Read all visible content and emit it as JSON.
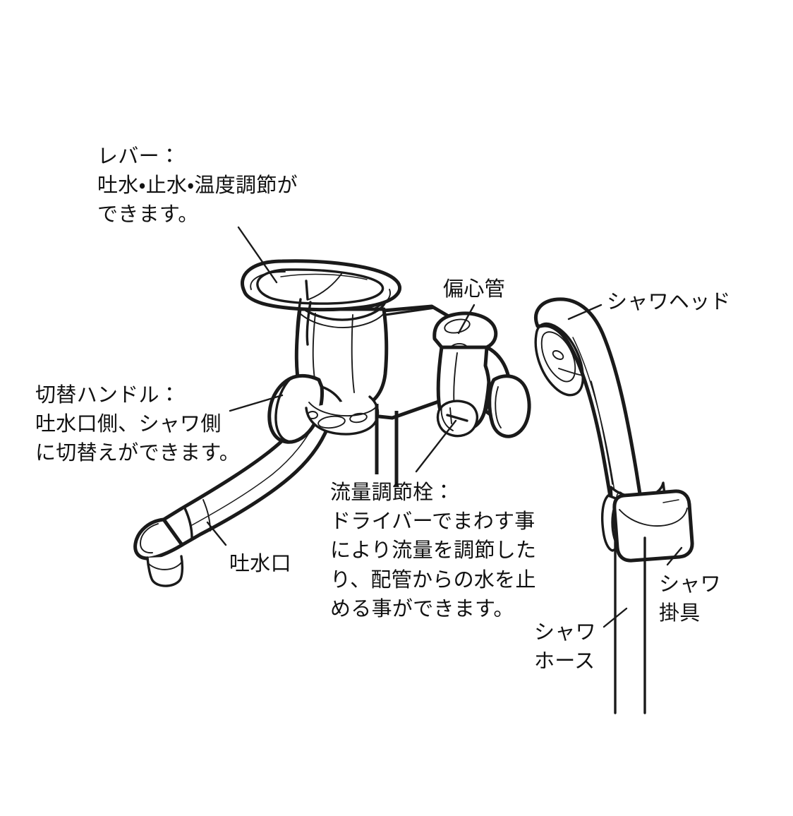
{
  "document": {
    "type": "technical-illustration",
    "subject": "壁付シングルレバー混合水栓",
    "background_color": "#ffffff",
    "line_color": "#1a1a1a",
    "text_color": "#111111"
  },
  "callouts": [
    {
      "id": "lever",
      "name": "レバー",
      "heading": "レバー：",
      "lines": [
        "レバー：",
        "吐水・止水・温度調節が",
        "できます。"
      ],
      "text": "レバー：\n吐水・止水・温度調節が\nできます。"
    },
    {
      "id": "switch-handle",
      "name": "切替ハンドル",
      "heading": "切替ハンドル：",
      "lines": [
        "切替ハンドル：",
        "吐水口側、シャワ側",
        "に切替えができます。"
      ],
      "text": "切替ハンドル：\n吐水口側、シャワ側\nに切替えができます。"
    },
    {
      "id": "spout",
      "name": "吐水口",
      "heading": "吐水口",
      "lines": [
        "吐水口"
      ],
      "text": "吐水口"
    },
    {
      "id": "flow-valve",
      "name": "流量調節栓",
      "heading": "流量調節栓：",
      "lines": [
        "流量調節栓：",
        "ドライバーでまわす事",
        "により流量を調節した",
        "り、配管からの水を止",
        "める事ができます。"
      ],
      "text": "流量調節栓：\nドライバーでまわす事\nにより流量を調節した\nり、配管からの水を止\nめる事ができます。"
    },
    {
      "id": "eccentric-pipe",
      "name": "偏心管",
      "heading": "偏心管",
      "lines": [
        "偏心管"
      ],
      "text": "偏心管"
    },
    {
      "id": "shower-head",
      "name": "シャワヘッド",
      "heading": "シャワヘッド",
      "lines": [
        "シャワヘッド"
      ],
      "text": "シャワヘッド"
    },
    {
      "id": "shower-bracket",
      "name": "シャワ掛具",
      "heading": "シャワ掛具",
      "lines": [
        "シャワ",
        "掛具"
      ],
      "text": "シャワ\n掛具"
    },
    {
      "id": "shower-hose",
      "name": "シャワホース",
      "heading": "シャワホース",
      "lines": [
        "シャワ",
        "ホース"
      ],
      "text": "シャワ\nホース"
    }
  ],
  "parts": {
    "lever": "レバー",
    "switch_handle": "切替ハンドル",
    "spout": "吐水口",
    "flow_valve": "流量調節栓",
    "eccentric_pipe": "偏心管",
    "shower_head": "シャワヘッド",
    "shower_bracket": "シャワ掛具",
    "shower_hose": "シャワホース"
  }
}
